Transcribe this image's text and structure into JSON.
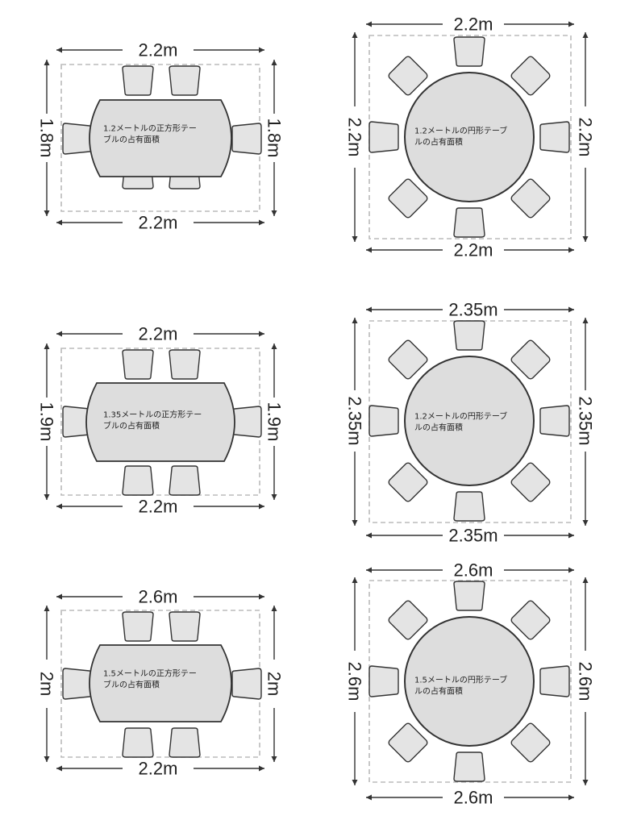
{
  "colors": {
    "table_fill": "#dddddd",
    "chair_fill": "#e4e4e4",
    "stroke": "#333333",
    "dash": "#bbbbbb",
    "text": "#222222"
  },
  "layouts": [
    {
      "id": "rect-12",
      "shape": "rect",
      "width_label": "2.2m",
      "bottom_label": "2.2m",
      "height_label": "1.8m",
      "right_label": "1.8m",
      "label_line1": "1.2メートルの正方形テー",
      "label_line2": "ブルの占有面積"
    },
    {
      "id": "round-12-a",
      "shape": "round",
      "width_label": "2.2m",
      "bottom_label": "2.2m",
      "height_label": "2.2m",
      "right_label": "2.2m",
      "label_line1": "1.2メートルの円形テーブ",
      "label_line2": "ルの占有面積"
    },
    {
      "id": "rect-135",
      "shape": "rect",
      "width_label": "2.2m",
      "bottom_label": "2.2m",
      "height_label": "1.9m",
      "right_label": "1.9m",
      "label_line1": "1.35メートルの正方形テー",
      "label_line2": "ブルの占有面積"
    },
    {
      "id": "round-12-b",
      "shape": "round",
      "width_label": "2.35m",
      "bottom_label": "2.35m",
      "height_label": "2.35m",
      "right_label": "2.35m",
      "label_line1": "1.2メートルの円形テーブ",
      "label_line2": "ルの占有面積"
    },
    {
      "id": "rect-15",
      "shape": "rect",
      "width_label": "2.6m",
      "bottom_label": "2.2m",
      "height_label": "2m",
      "right_label": "2m",
      "label_line1": "1.5メートルの正方形テー",
      "label_line2": "ブルの占有面積"
    },
    {
      "id": "round-15",
      "shape": "round",
      "width_label": "2.6m",
      "bottom_label": "2.6m",
      "height_label": "2.6m",
      "right_label": "2.6m",
      "label_line1": "1.5メートルの円形テーブ",
      "label_line2": "ルの占有面積"
    }
  ]
}
